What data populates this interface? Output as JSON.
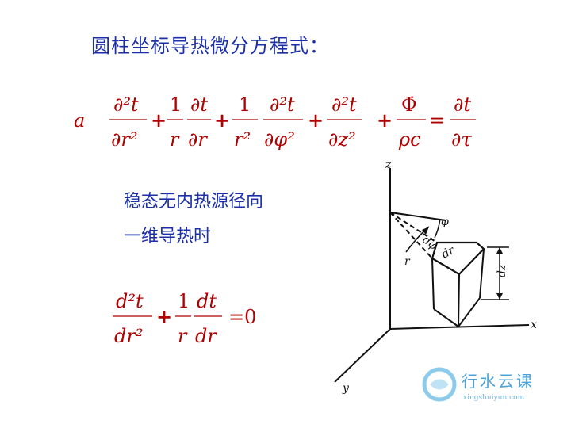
{
  "title": "圆柱坐标导热微分方程式：",
  "equation1": {
    "coef": "a",
    "box_left": "",
    "t1_num": "∂²t",
    "t1_den": "∂r²",
    "plus1": "+",
    "t2_coef_num": "1",
    "t2_coef_den": "r",
    "t2_num": "∂t",
    "t2_den": "∂r",
    "plus2": "+",
    "t3_coef_num": "1",
    "t3_coef_den": "r²",
    "t3_num": "∂²t",
    "t3_den": "∂φ²",
    "plus3": "+",
    "t4_num": "∂²t",
    "t4_den": "∂z²",
    "box_right": "",
    "plus4": "+",
    "t5_num": "Φ̇",
    "t5_den": "ρc",
    "equals": "=",
    "rhs_num": "∂t",
    "rhs_den": "∂τ"
  },
  "condition": {
    "line1": "稳态无内热源径向",
    "line2": "一维导热时"
  },
  "equation2": {
    "t1_num": "d²t",
    "t1_den": "dr²",
    "plus": "+",
    "coef_num": "1",
    "coef_den": "r",
    "t2_num": "dt",
    "t2_den": "dr",
    "equals": "=0"
  },
  "figure": {
    "labels": {
      "z_axis": "z",
      "x_axis": "x",
      "y_axis": "y",
      "phi": "φ",
      "dphi": "dφ",
      "r": "r",
      "dr": "dr",
      "dz": "dz"
    }
  },
  "watermark": {
    "brand": "行水云课",
    "url": "xingshuiyun.com",
    "color": "#4aa3d8"
  }
}
